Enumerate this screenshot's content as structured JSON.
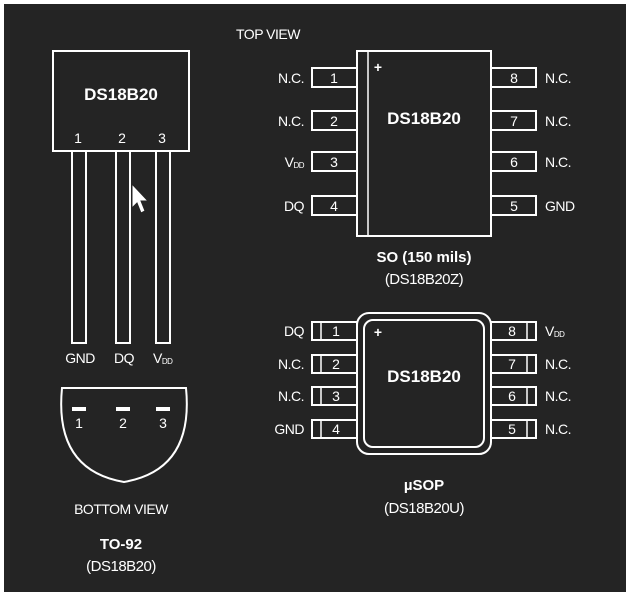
{
  "top_view_label": "TOP VIEW",
  "bottom_view_label": "BOTTOM VIEW",
  "cursor_icon": "arrow-cursor-icon",
  "to92": {
    "chip_label": "DS18B20",
    "pin_numbers": [
      "1",
      "2",
      "3"
    ],
    "pin_names": [
      "GND",
      "DQ",
      "V",
      "DD"
    ],
    "bottom_numbers": [
      "1",
      "2",
      "3"
    ],
    "package_name": "TO-92",
    "part_number": "(DS18B20)"
  },
  "so": {
    "chip_label": "DS18B20",
    "pin1_marker": "+",
    "left_pins": [
      {
        "num": "1",
        "name": "N.C."
      },
      {
        "num": "2",
        "name": "N.C."
      },
      {
        "num": "3",
        "name": "V",
        "sub": "DD"
      },
      {
        "num": "4",
        "name": "DQ"
      }
    ],
    "right_pins": [
      {
        "num": "8",
        "name": "N.C."
      },
      {
        "num": "7",
        "name": "N.C."
      },
      {
        "num": "6",
        "name": "N.C."
      },
      {
        "num": "5",
        "name": "GND"
      }
    ],
    "package_name": "SO (150 mils)",
    "part_number": "(DS18B20Z)"
  },
  "usop": {
    "chip_label": "DS18B20",
    "pin1_marker": "+",
    "left_pins": [
      {
        "num": "1",
        "name": "DQ"
      },
      {
        "num": "2",
        "name": "N.C."
      },
      {
        "num": "3",
        "name": "N.C."
      },
      {
        "num": "4",
        "name": "GND"
      }
    ],
    "right_pins": [
      {
        "num": "8",
        "name": "V",
        "sub": "DD"
      },
      {
        "num": "7",
        "name": "N.C."
      },
      {
        "num": "6",
        "name": "N.C."
      },
      {
        "num": "5",
        "name": "N.C."
      }
    ],
    "package_name": "µSOP",
    "part_number": "(DS18B20U)"
  }
}
